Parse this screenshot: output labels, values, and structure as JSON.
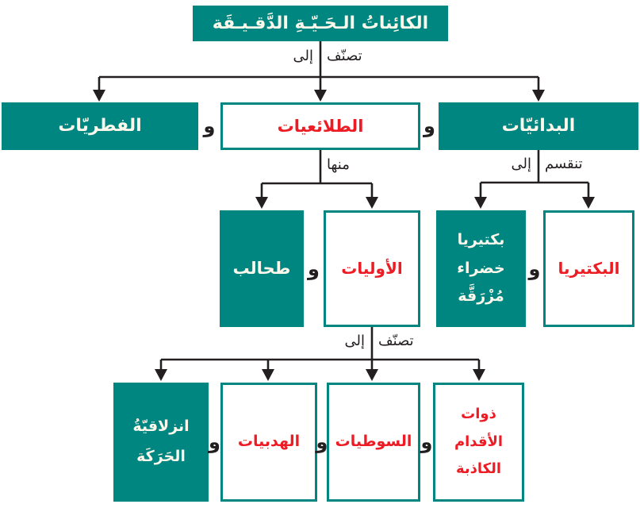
{
  "colors": {
    "teal": "#008680",
    "red": "#ED1C24",
    "line": "#231F20",
    "solid_text": "#FBF7EB"
  },
  "conjunction": "و",
  "edge_labels": {
    "root_classify": {
      "first": "تصنّف",
      "second": "إلى"
    },
    "protista_from": {
      "first": "منها"
    },
    "monera_split": {
      "first": "تنقسم",
      "second": "إلى"
    },
    "protozoa_classify": {
      "first": "تصنّف",
      "second": "إلى"
    }
  },
  "nodes": {
    "root": "الكائِناتُ الـحَـيّـةِ الدَّقـيـقَة",
    "fungi": "الفطريّات",
    "protista": "الطلائعيات",
    "monera": "البدائيّات",
    "algae": "طحالب",
    "protozoa": "الأوليات",
    "blue_green_bacteria": {
      "lines": [
        "بكتيريا",
        "خضراء",
        "مُزْرَقَّة"
      ]
    },
    "bacteria": "البكتيريا",
    "gliding_motion": {
      "lines": [
        "انزلاقيّةُ",
        "الحَرَكَة"
      ]
    },
    "ciliates": "الهدبيات",
    "flagellates": "السوطيات",
    "pseudopods": {
      "lines": [
        "ذوات",
        "الأقدام",
        "الكاذبة"
      ]
    }
  }
}
